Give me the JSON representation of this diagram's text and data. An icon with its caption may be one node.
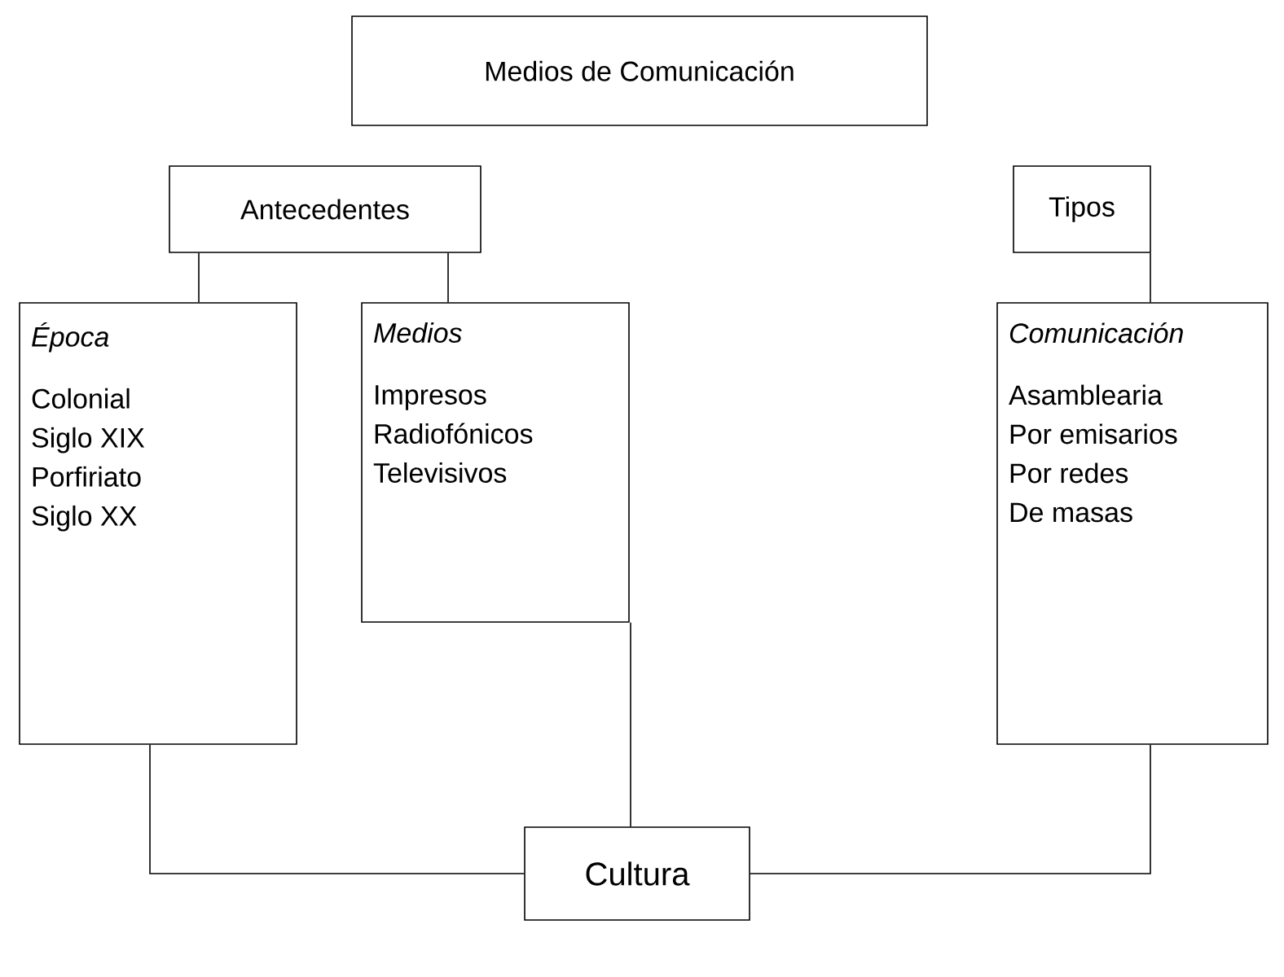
{
  "diagram": {
    "nodes": [
      {
        "text": [
          "Medios de Comunicación"
        ]
      },
      {
        "text": [
          "Antecedentes"
        ]
      },
      {
        "text": [
          "Tipos"
        ]
      },
      {
        "text": [
          "Época",
          "Colonial",
          "Siglo XIX",
          "Porfiriato",
          "Siglo XX"
        ]
      },
      {
        "text": [
          "Medios",
          "Impresos",
          "Radiofónicos",
          "Televisivos"
        ]
      },
      {
        "text": [
          "Comunicación",
          "Asamblearia",
          "Por emisarios",
          "Por redes",
          "De masas"
        ]
      },
      {
        "text": [
          "Cultura"
        ]
      }
    ],
    "edges": [
      {
        "from": 1,
        "to": 3,
        "arrow": "none"
      },
      {
        "from": 1,
        "to": 4,
        "arrow": "none"
      },
      {
        "from": 2,
        "to": 5,
        "arrow": "none"
      },
      {
        "from": 3,
        "to": 6,
        "arrow": "none"
      },
      {
        "from": 4,
        "to": 6,
        "arrow": "none"
      },
      {
        "from": 5,
        "to": 6,
        "arrow": "none"
      }
    ]
  }
}
